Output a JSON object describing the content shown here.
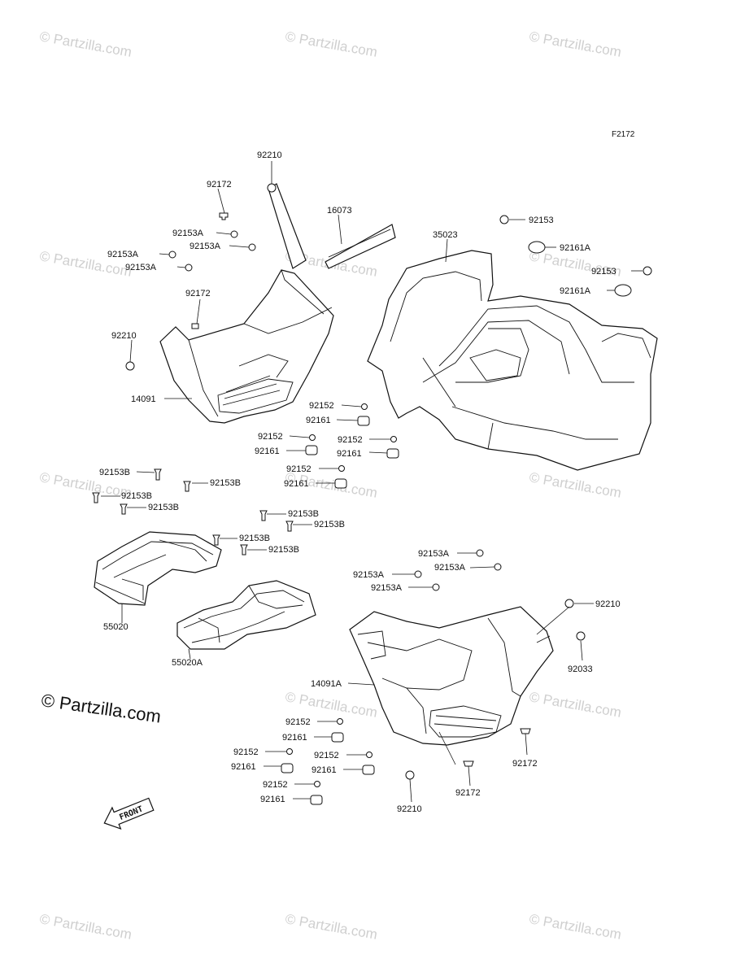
{
  "figure_code": "F2172",
  "copyright_logo": "© Partzilla.com",
  "watermark": "© Partzilla.com",
  "front_marker": "FRONT",
  "callouts": [
    {
      "id": "c1",
      "text": "92210"
    },
    {
      "id": "c2",
      "text": "92172"
    },
    {
      "id": "c3",
      "text": "16073"
    },
    {
      "id": "c4",
      "text": "92153"
    },
    {
      "id": "c5",
      "text": "35023"
    },
    {
      "id": "c6",
      "text": "92153A"
    },
    {
      "id": "c7",
      "text": "92161A"
    },
    {
      "id": "c8",
      "text": "92153A"
    },
    {
      "id": "c9",
      "text": "92153A"
    },
    {
      "id": "c10",
      "text": "92153"
    },
    {
      "id": "c11",
      "text": "92153A"
    },
    {
      "id": "c12",
      "text": "92161A"
    },
    {
      "id": "c13",
      "text": "92172"
    },
    {
      "id": "c14",
      "text": "92210"
    },
    {
      "id": "c15",
      "text": "14091"
    },
    {
      "id": "c16",
      "text": "92152"
    },
    {
      "id": "c17",
      "text": "92161"
    },
    {
      "id": "c18",
      "text": "92152"
    },
    {
      "id": "c19",
      "text": "92152"
    },
    {
      "id": "c20",
      "text": "92161"
    },
    {
      "id": "c21",
      "text": "92161"
    },
    {
      "id": "c22",
      "text": "92152"
    },
    {
      "id": "c23",
      "text": "92161"
    },
    {
      "id": "c24",
      "text": "92153B"
    },
    {
      "id": "c25",
      "text": "92153B"
    },
    {
      "id": "c26",
      "text": "92153B"
    },
    {
      "id": "c27",
      "text": "92153B"
    },
    {
      "id": "c28",
      "text": "92153B"
    },
    {
      "id": "c29",
      "text": "92153B"
    },
    {
      "id": "c30",
      "text": "92153B"
    },
    {
      "id": "c31",
      "text": "92153B"
    },
    {
      "id": "c32",
      "text": "55020"
    },
    {
      "id": "c33",
      "text": "55020A"
    },
    {
      "id": "c34",
      "text": "92153A"
    },
    {
      "id": "c35",
      "text": "92153A"
    },
    {
      "id": "c36",
      "text": "92153A"
    },
    {
      "id": "c37",
      "text": "92153A"
    },
    {
      "id": "c38",
      "text": "92210"
    },
    {
      "id": "c39",
      "text": "92033"
    },
    {
      "id": "c40",
      "text": "14091A"
    },
    {
      "id": "c41",
      "text": "92152"
    },
    {
      "id": "c42",
      "text": "92161"
    },
    {
      "id": "c43",
      "text": "92152"
    },
    {
      "id": "c44",
      "text": "92152"
    },
    {
      "id": "c45",
      "text": "92161"
    },
    {
      "id": "c46",
      "text": "92161"
    },
    {
      "id": "c47",
      "text": "92152"
    },
    {
      "id": "c48",
      "text": "92161"
    },
    {
      "id": "c49",
      "text": "92172"
    },
    {
      "id": "c50",
      "text": "92172"
    },
    {
      "id": "c51",
      "text": "92210"
    }
  ]
}
